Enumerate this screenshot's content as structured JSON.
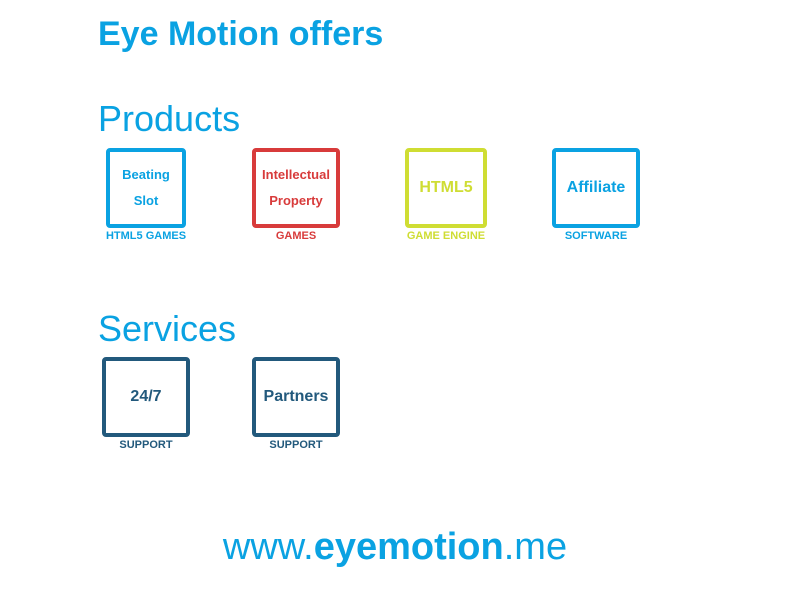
{
  "title": "Eye Motion offers",
  "products": {
    "heading": "Products",
    "items": [
      {
        "line1": "Beating",
        "line2": "Slot",
        "caption": "HTML5 GAMES"
      },
      {
        "line1": "Intellectual",
        "line2": "Property",
        "caption": "GAMES"
      },
      {
        "label": "HTML5",
        "caption": "GAME ENGINE"
      },
      {
        "label": "Affiliate",
        "caption": "SOFTWARE"
      }
    ]
  },
  "services": {
    "heading": "Services",
    "items": [
      {
        "label": "24/7",
        "caption": "SUPPORT"
      },
      {
        "label": "Partners",
        "caption": "SUPPORT"
      }
    ]
  },
  "footer": {
    "prefix": "www.",
    "domain": "eyemotion",
    "suffix": ".me"
  },
  "colors": {
    "blue": "#0aa2e2",
    "red": "#d83b3b",
    "lime": "#cfdd33",
    "navy": "#22597c"
  }
}
